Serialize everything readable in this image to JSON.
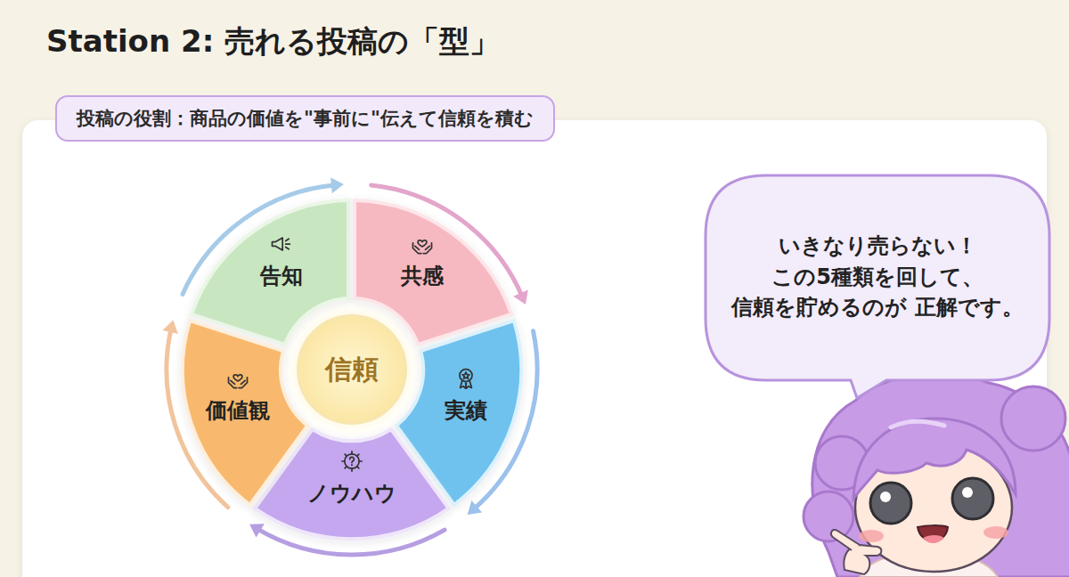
{
  "diagram": {
    "title": "Station 2: 売れる投稿の「型」",
    "nodes": [
      {
        "text": [
          "投稿の役割：商品の価値を\"事前に\"伝えて信頼を積む"
        ]
      },
      {
        "text": [
          "信頼"
        ]
      },
      {
        "text": [
          "告知"
        ]
      },
      {
        "text": [
          "共感"
        ]
      },
      {
        "text": [
          "実績"
        ]
      },
      {
        "text": [
          "ノウハウ"
        ]
      },
      {
        "text": [
          "価値観"
        ]
      },
      {
        "text": [
          "いきなり売らない！ この5種類を回して、 信頼を貯めるのが 正解です。"
        ]
      }
    ],
    "edges": [
      {
        "from": 2,
        "to": 3,
        "arrow": "to"
      },
      {
        "from": 3,
        "to": 4,
        "arrow": "to"
      },
      {
        "from": 4,
        "to": 5,
        "arrow": "to"
      },
      {
        "from": 5,
        "to": 6,
        "arrow": "to"
      },
      {
        "from": 6,
        "to": 2,
        "arrow": "to"
      }
    ]
  }
}
